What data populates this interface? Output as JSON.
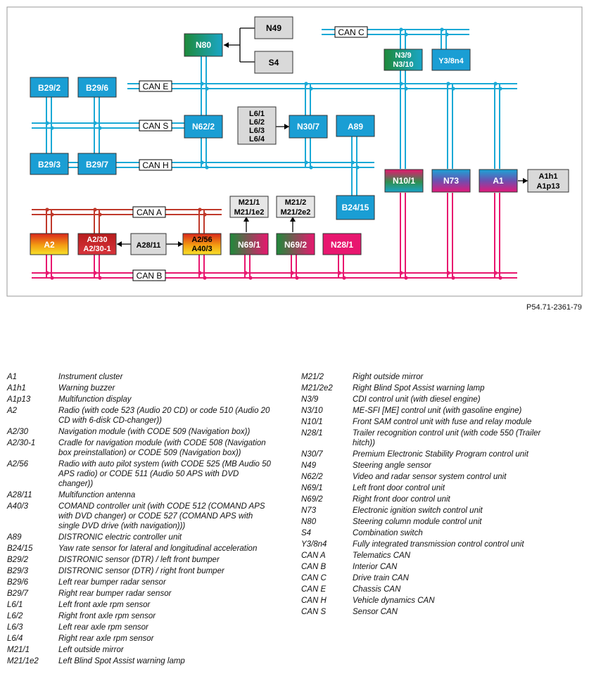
{
  "figure_code": "P54.71-2361-79",
  "buses": {
    "can_a": "CAN A",
    "can_b": "CAN B",
    "can_c": "CAN C",
    "can_e": "CAN E",
    "can_h": "CAN H",
    "can_s": "CAN S"
  },
  "modules": {
    "b29_2": "B29/2",
    "b29_6": "B29/6",
    "b29_3": "B29/3",
    "b29_7": "B29/7",
    "n80": "N80",
    "n49": "N49",
    "s4": "S4",
    "n62_2": "N62/2",
    "l6_group": [
      "L6/1",
      "L6/2",
      "L6/3",
      "L6/4"
    ],
    "n30_7": "N30/7",
    "a89": "A89",
    "b24_15": "B24/15",
    "n3_group": [
      "N3/9",
      "N3/10"
    ],
    "y3_8n4": "Y3/8n4",
    "n10_1": "N10/1",
    "n73": "N73",
    "a1": "A1",
    "a1_group": [
      "A1h1",
      "A1p13"
    ],
    "m21_1_group": [
      "M21/1",
      "M21/1e2"
    ],
    "m21_2_group": [
      "M21/2",
      "M21/2e2"
    ],
    "a2": "A2",
    "a2_30_group": [
      "A2/30",
      "A2/30-1"
    ],
    "a28_11": "A28/11",
    "a2_56_group": [
      "A2/56",
      "A40/3"
    ],
    "n69_1": "N69/1",
    "n69_2": "N69/2",
    "n28_1": "N28/1"
  },
  "legend_left": [
    {
      "code": "A1",
      "desc": "Instrument cluster"
    },
    {
      "code": "A1h1",
      "desc": "Warning buzzer"
    },
    {
      "code": "A1p13",
      "desc": "Multifunction display"
    },
    {
      "code": "A2",
      "desc": "Radio (with code 523 (Audio 20 CD) or code 510 (Audio 20 CD with 6-disk CD-changer))"
    },
    {
      "code": "A2/30",
      "desc": "Navigation module (with CODE 509 (Navigation box))"
    },
    {
      "code": "A2/30-1",
      "desc": "Cradle for navigation module (with CODE 508 (Navigation box preinstallation) or CODE 509 (Navigation box))"
    },
    {
      "code": "A2/56",
      "desc": "Radio with auto pilot system (with CODE 525 (MB Audio 50 APS radio) or CODE 511 (Audio 50 APS with DVD changer))"
    },
    {
      "code": "A28/11",
      "desc": "Multifunction antenna"
    },
    {
      "code": "A40/3",
      "desc": "COMAND controller unit (with CODE 512 (COMAND APS with DVD changer) or CODE 527 (COMAND APS with single DVD drive (with navigation)))"
    },
    {
      "code": "A89",
      "desc": "DISTRONIC electric controller unit"
    },
    {
      "code": "B24/15",
      "desc": "Yaw rate sensor for lateral and longitudinal acceleration"
    },
    {
      "code": "B29/2",
      "desc": "DISTRONIC sensor (DTR) / left front bumper"
    },
    {
      "code": "B29/3",
      "desc": "DISTRONIC sensor (DTR) / right front bumper"
    },
    {
      "code": "B29/6",
      "desc": "Left rear bumper radar sensor"
    },
    {
      "code": "B29/7",
      "desc": "Right rear bumper radar sensor"
    },
    {
      "code": "L6/1",
      "desc": "Left front axle rpm sensor"
    },
    {
      "code": "L6/2",
      "desc": "Right front axle rpm sensor"
    },
    {
      "code": "L6/3",
      "desc": "Left rear axle rpm sensor"
    },
    {
      "code": "L6/4",
      "desc": "Right rear axle rpm sensor"
    },
    {
      "code": "M21/1",
      "desc": "Left outside mirror"
    },
    {
      "code": "M21/1e2",
      "desc": "Left Blind Spot Assist warning lamp"
    }
  ],
  "legend_right": [
    {
      "code": "M21/2",
      "desc": "Right outside mirror"
    },
    {
      "code": "M21/2e2",
      "desc": "Right Blind Spot Assist warning lamp"
    },
    {
      "code": "N3/9",
      "desc": "CDI control unit (with diesel engine)"
    },
    {
      "code": "N3/10",
      "desc": "ME-SFI [ME] control unit (with gasoline engine)"
    },
    {
      "code": "N10/1",
      "desc": "Front SAM control unit with fuse and relay module"
    },
    {
      "code": "N28/1",
      "desc": "Trailer recognition control unit (with code 550 (Trailer hitch))"
    },
    {
      "code": "N30/7",
      "desc": "Premium Electronic Stability Program control unit"
    },
    {
      "code": "N49",
      "desc": "Steering angle sensor"
    },
    {
      "code": "N62/2",
      "desc": "Video and radar sensor system control unit"
    },
    {
      "code": "N69/1",
      "desc": "Left front door control unit"
    },
    {
      "code": "N69/2",
      "desc": "Right front door control unit"
    },
    {
      "code": "N73",
      "desc": "Electronic ignition switch control unit"
    },
    {
      "code": "N80",
      "desc": "Steering column module control unit"
    },
    {
      "code": "S4",
      "desc": "Combination switch"
    },
    {
      "code": "Y3/8n4",
      "desc": "Fully integrated transmission control control unit"
    },
    {
      "code": "CAN A",
      "desc": "Telematics CAN"
    },
    {
      "code": "CAN B",
      "desc": "Interior CAN"
    },
    {
      "code": "CAN C",
      "desc": "Drive train CAN"
    },
    {
      "code": "CAN E",
      "desc": "Chassis CAN"
    },
    {
      "code": "CAN H",
      "desc": "Vehicle dynamics CAN"
    },
    {
      "code": "CAN S",
      "desc": "Sensor CAN"
    }
  ],
  "colors": {
    "can_blue": "#1aa9d6",
    "can_pink": "#e8176f",
    "can_red": "#c0392b",
    "module_blue": "#1a9ed4",
    "module_green": "#1f8a3c",
    "module_gray": "#d9d9d9"
  }
}
